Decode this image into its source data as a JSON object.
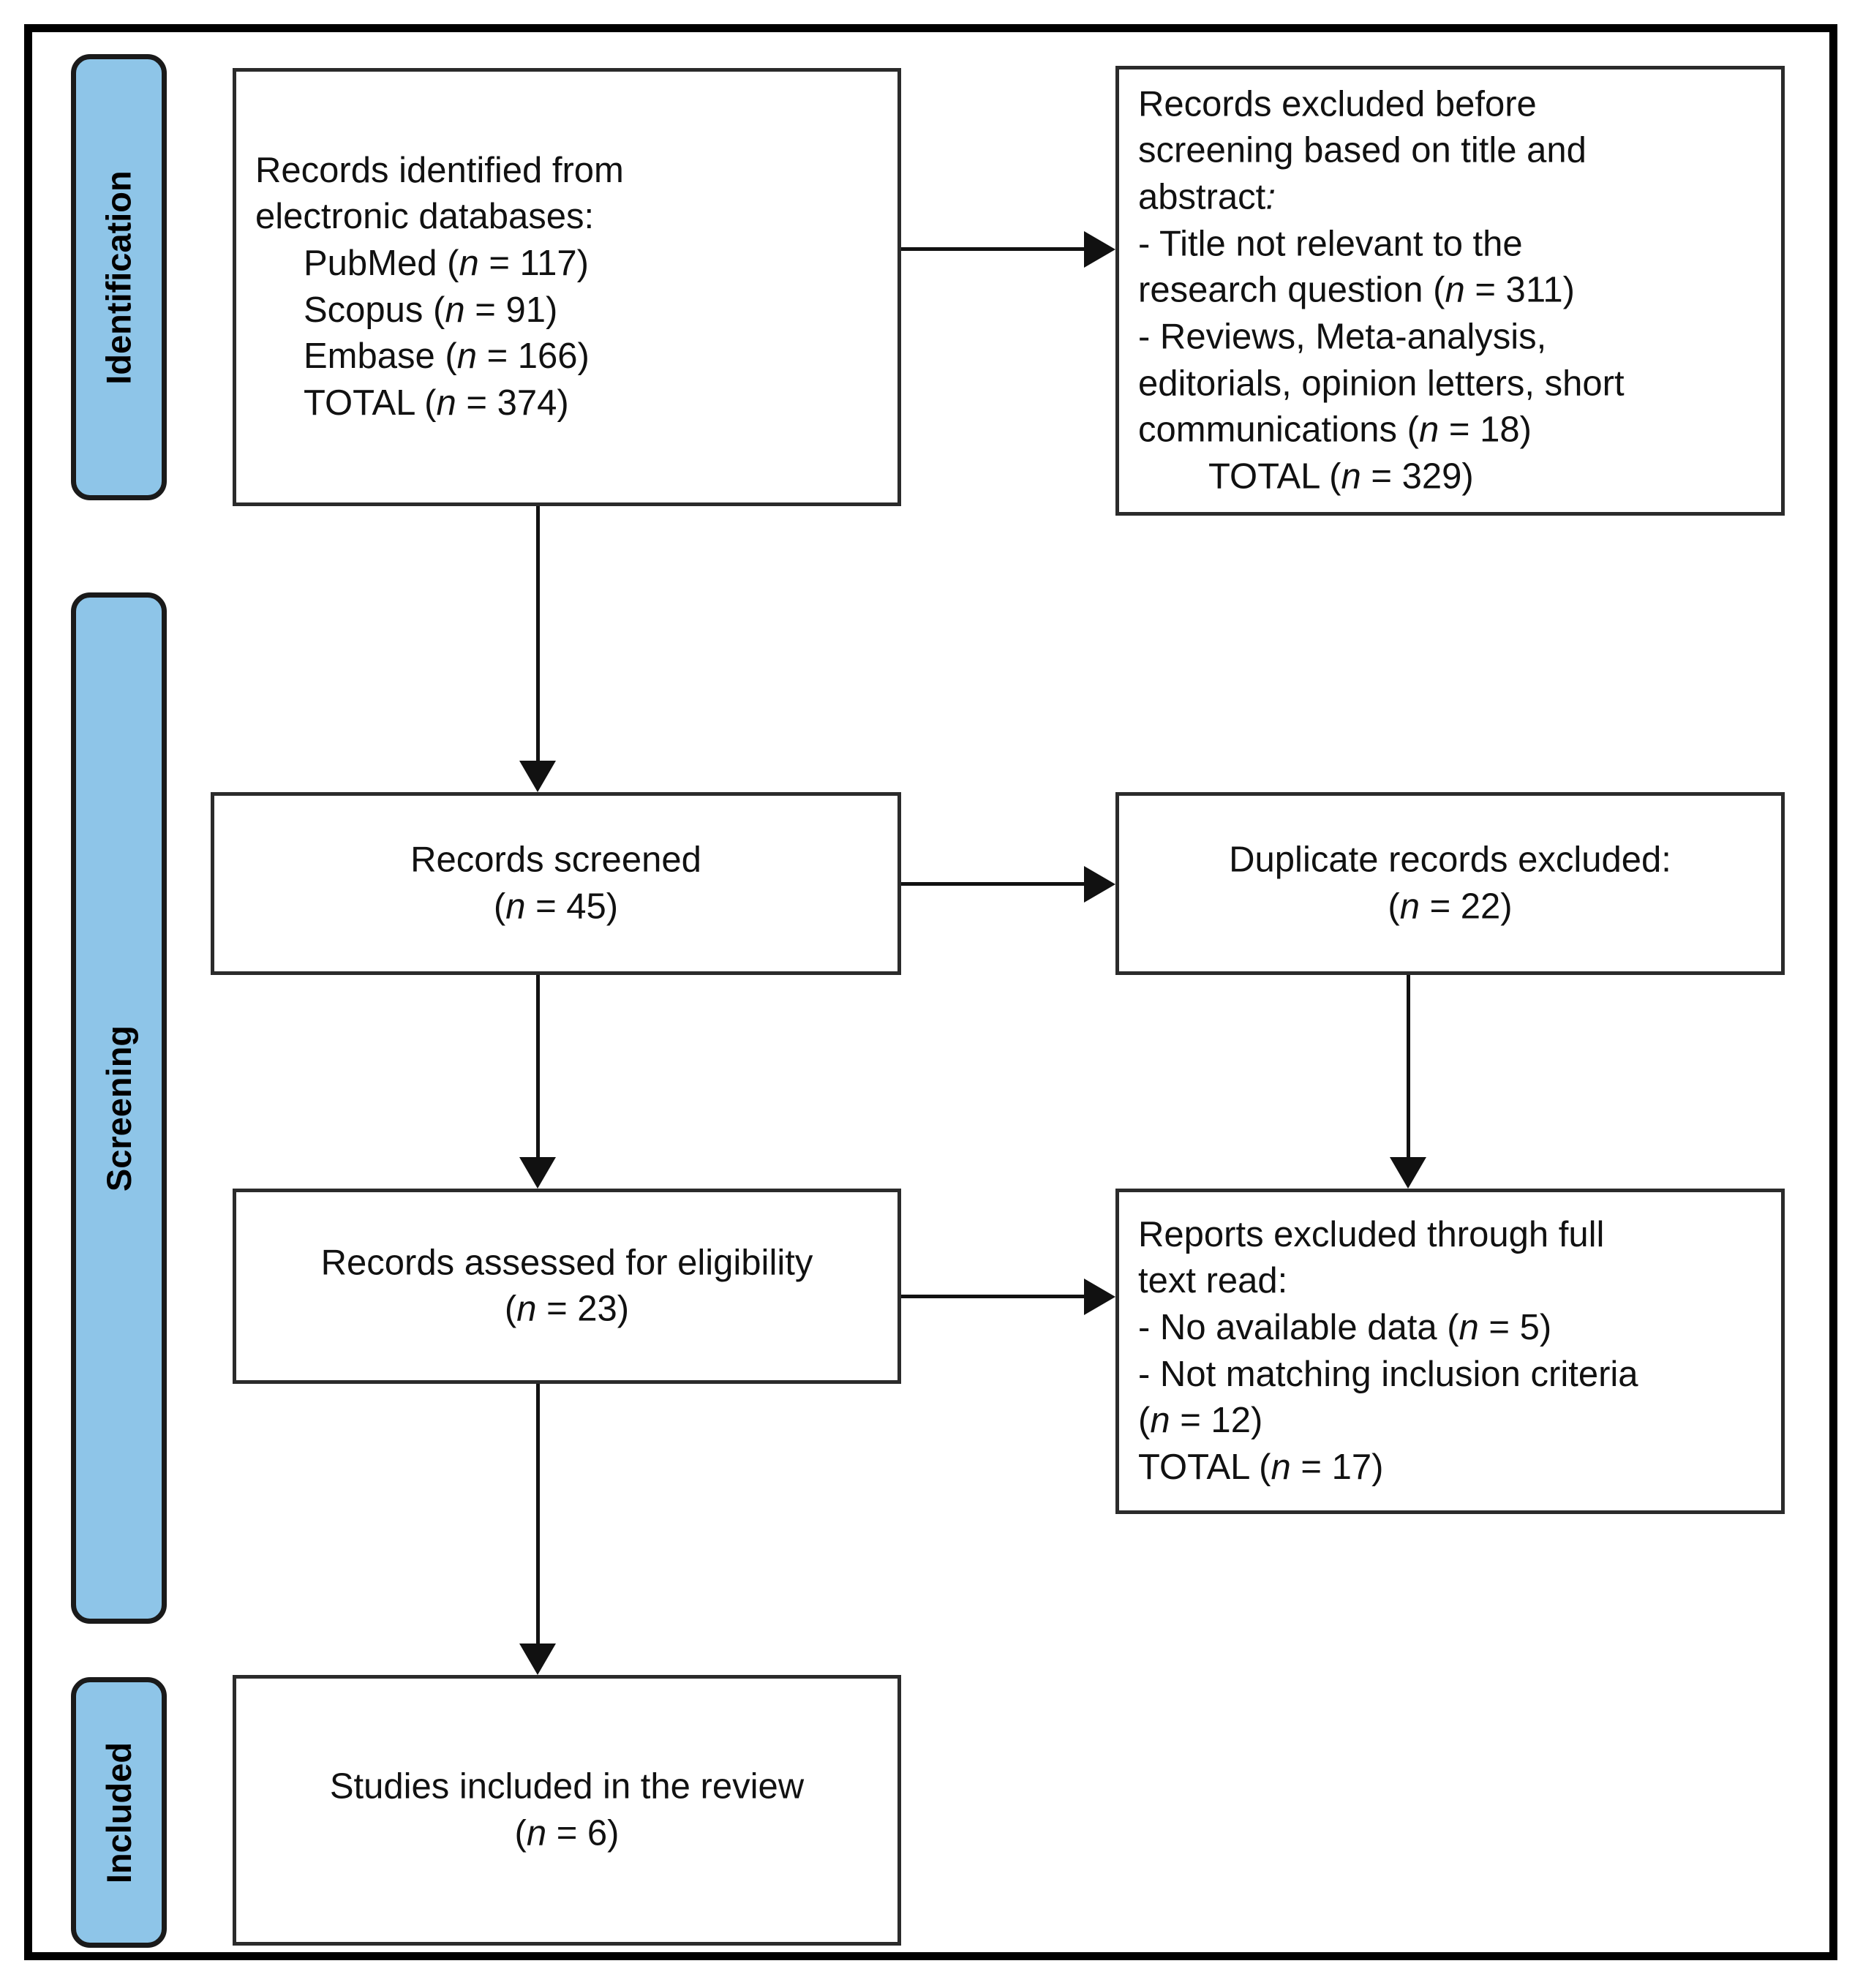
{
  "figure": {
    "type": "prisma-flow-diagram",
    "frame_color": "#000000",
    "tab_fill_color": "#8ec5e8",
    "tab_border_color": "#1a1a1a",
    "box_border_color": "#2b2b2b",
    "connector_color": "#111111"
  },
  "phases": [
    {
      "label": "Identification"
    },
    {
      "label": "Screening"
    },
    {
      "label": "Included"
    }
  ],
  "boxes": {
    "identified": {
      "line1": "Records identified from",
      "line2": "electronic databases:",
      "pubmed": "PubMed (",
      "pubmed_n": "n",
      "pubmed_val": " = 117)",
      "scopus": "Scopus (",
      "scopus_n": "n",
      "scopus_val": " = 91)",
      "embase": "Embase (",
      "embase_n": "n",
      "embase_val": " = 166)",
      "total": "TOTAL (",
      "total_n": "n",
      "total_val": " = 374)"
    },
    "excluded_before_screening": {
      "line1": "Records excluded before",
      "line2": "screening based on title and",
      "line3": "abstract",
      "line3_colon": ":",
      "b1_a": "- Title not relevant to the",
      "b1_b": "research question (",
      "b1_n": "n",
      "b1_val": " = 311)",
      "b2_a": "- Reviews, Meta-analysis,",
      "b2_b": "editorials, opinion letters, short",
      "b2_c": "communications (",
      "b2_n": "n",
      "b2_val": " = 18)",
      "total": "TOTAL (",
      "total_n": "n",
      "total_val": " = 329)"
    },
    "screened": {
      "line1": "Records screened",
      "count_open": "(",
      "count_n": "n",
      "count_val": " = 45)"
    },
    "duplicates": {
      "line1": "Duplicate records excluded:",
      "count_open": "(",
      "count_n": "n",
      "count_val": " = 22)"
    },
    "eligibility": {
      "line1": "Records assessed for eligibility",
      "count_open": "(",
      "count_n": "n",
      "count_val": " = 23)"
    },
    "excluded_fulltext": {
      "line1": "Reports excluded through full",
      "line2": "text read:",
      "b1_a": "- No available data (",
      "b1_n": "n",
      "b1_val": " = 5)",
      "b2_a": "- Not matching inclusion criteria",
      "b2_b": "(",
      "b2_n": "n",
      "b2_val": " = 12)",
      "total": "TOTAL (",
      "total_n": "n",
      "total_val": " = 17)"
    },
    "included": {
      "line1": "Studies included in the review",
      "count_open": "(",
      "count_n": "n",
      "count_val": " = 6)"
    }
  },
  "chart_data": {
    "type": "flow",
    "title": "PRISMA flow diagram",
    "nodes": [
      {
        "id": "identified",
        "phase": "Identification",
        "label": "Records identified from electronic databases",
        "n": 374,
        "sources": [
          {
            "name": "PubMed",
            "n": 117
          },
          {
            "name": "Scopus",
            "n": 91
          },
          {
            "name": "Embase",
            "n": 166
          }
        ]
      },
      {
        "id": "excluded_before_screening",
        "phase": "Identification",
        "label": "Records excluded before screening based on title and abstract",
        "n": 329,
        "reasons": [
          {
            "name": "Title not relevant to the research question",
            "n": 311
          },
          {
            "name": "Reviews, Meta-analysis, editorials, opinion letters, short communications",
            "n": 18
          }
        ]
      },
      {
        "id": "screened",
        "phase": "Screening",
        "label": "Records screened",
        "n": 45
      },
      {
        "id": "duplicates",
        "phase": "Screening",
        "label": "Duplicate records excluded",
        "n": 22
      },
      {
        "id": "eligibility",
        "phase": "Screening",
        "label": "Records assessed for eligibility",
        "n": 23
      },
      {
        "id": "excluded_fulltext",
        "phase": "Screening",
        "label": "Reports excluded through full text read",
        "n": 17,
        "reasons": [
          {
            "name": "No available data",
            "n": 5
          },
          {
            "name": "Not matching inclusion criteria",
            "n": 12
          }
        ]
      },
      {
        "id": "included",
        "phase": "Included",
        "label": "Studies included in the review",
        "n": 6
      }
    ],
    "edges": [
      {
        "from": "identified",
        "to": "excluded_before_screening",
        "direction": "right"
      },
      {
        "from": "identified",
        "to": "screened",
        "direction": "down"
      },
      {
        "from": "screened",
        "to": "duplicates",
        "direction": "right"
      },
      {
        "from": "duplicates",
        "to": "excluded_fulltext",
        "direction": "down"
      },
      {
        "from": "screened",
        "to": "eligibility",
        "direction": "down"
      },
      {
        "from": "eligibility",
        "to": "excluded_fulltext",
        "direction": "right"
      },
      {
        "from": "eligibility",
        "to": "included",
        "direction": "down"
      }
    ]
  }
}
